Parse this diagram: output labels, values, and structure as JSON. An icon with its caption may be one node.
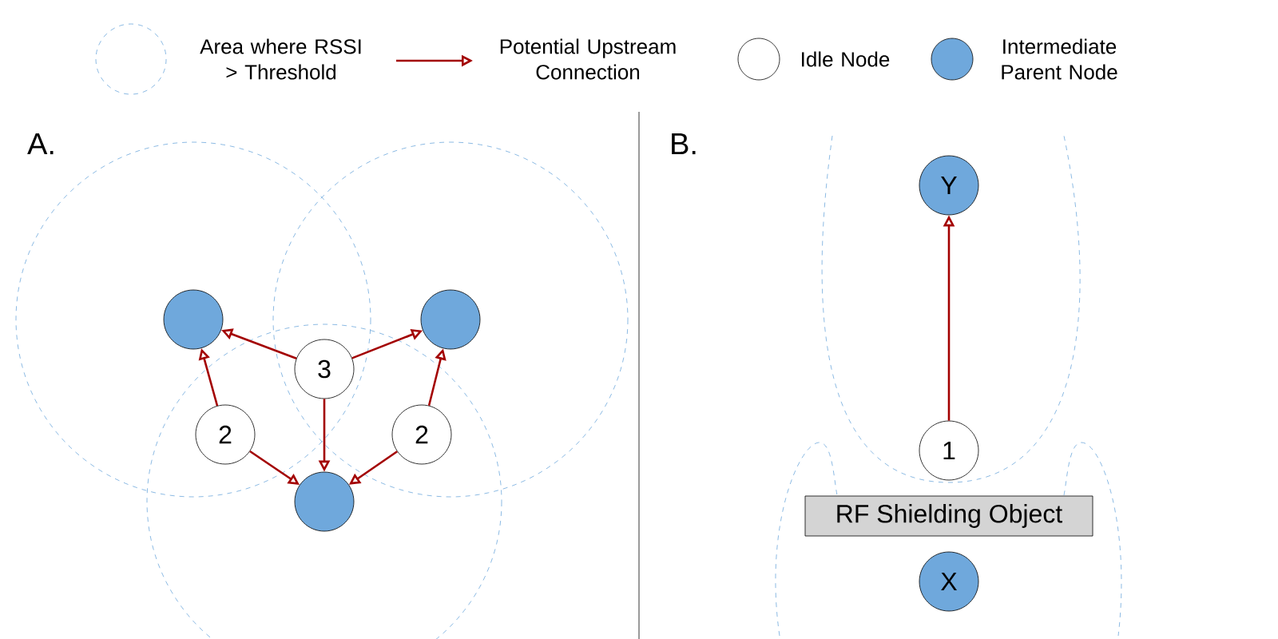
{
  "diagram": {
    "nodes": [
      {
        "text": [],
        "shape": "circle"
      },
      {
        "text": [],
        "shape": "circle"
      },
      {
        "text": [
          "3"
        ]
      },
      {
        "text": [
          "2"
        ]
      },
      {
        "text": [
          "2"
        ]
      },
      {
        "text": [],
        "shape": "circle"
      },
      {
        "text": [
          "Y"
        ]
      },
      {
        "text": [
          "1"
        ]
      },
      {
        "text": [
          "RF Shielding Object"
        ]
      },
      {
        "text": [
          "X"
        ]
      }
    ],
    "edges": [
      {
        "from": 2,
        "to": 0,
        "arrow": "to"
      },
      {
        "from": 2,
        "to": 1,
        "arrow": "to"
      },
      {
        "from": 2,
        "to": 5,
        "arrow": "to"
      },
      {
        "from": 3,
        "to": 0,
        "arrow": "to"
      },
      {
        "from": 3,
        "to": 5,
        "arrow": "to"
      },
      {
        "from": 4,
        "to": 1,
        "arrow": "to"
      },
      {
        "from": 4,
        "to": 5,
        "arrow": "to"
      },
      {
        "from": 7,
        "to": 6,
        "arrow": "to"
      }
    ],
    "labels": [
      "A.",
      "B."
    ],
    "legend": [
      {
        "text": "Area where RSSI > Threshold"
      },
      {
        "text": "Potential Upstream Connection"
      },
      {
        "text": "Idle Node"
      },
      {
        "text": "Intermediate Parent Node",
        "color": "#6fa8dc"
      }
    ]
  }
}
